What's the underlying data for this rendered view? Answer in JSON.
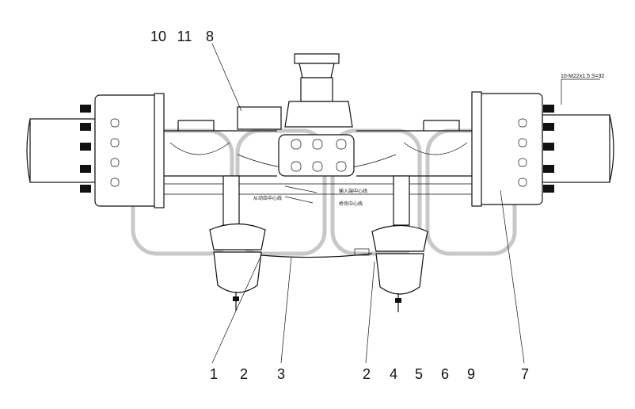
{
  "callouts": {
    "c1": "1",
    "c2a": "2",
    "c3": "3",
    "c2b": "2",
    "c4": "4",
    "c5": "5",
    "c6": "6",
    "c9": "9",
    "c7": "7",
    "c10": "10",
    "c11": "11",
    "c8": "8"
  },
  "annotations": {
    "bolt_spec": "10-M22x1.5 S=32",
    "label_a": "输入端中心线",
    "label_b": "桥壳中心线",
    "label_c": "从动齿中心线"
  }
}
